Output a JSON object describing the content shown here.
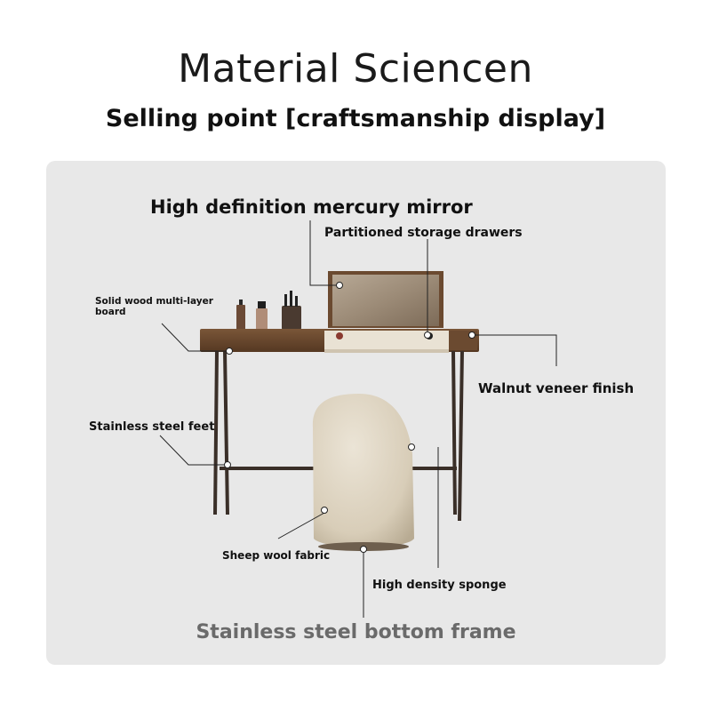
{
  "header": {
    "title": "Material Sciencen",
    "subtitle": "Selling point [craftsmanship display]"
  },
  "callouts": {
    "mirror": "High definition mercury mirror",
    "drawers": "Partitioned storage drawers",
    "board": "Solid wood multi-layer board",
    "walnut": "Walnut veneer finish",
    "feet": "Stainless steel feet",
    "wool": "Sheep wool fabric",
    "sponge": "High density sponge",
    "bottom_frame": "Stainless steel bottom frame"
  },
  "colors": {
    "page_bg": "#ffffff",
    "panel_bg": "#e8e8e8",
    "walnut": "#6b4a30",
    "steel": "#3a2f28",
    "wool": "#ddd4c2",
    "bottom_label": "#6a6a6a"
  }
}
